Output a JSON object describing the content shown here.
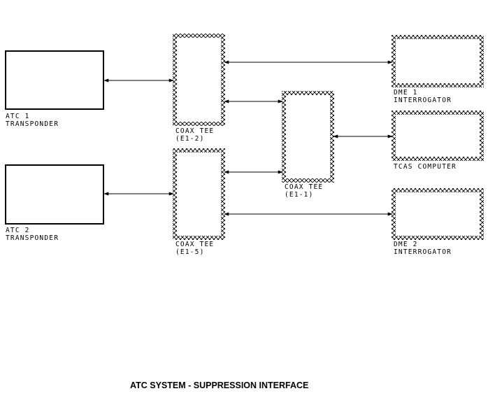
{
  "title": "ATC SYSTEM - SUPPRESSION INTERFACE",
  "blocks": {
    "atc1": {
      "line1": "ATC 1",
      "line2": "TRANSPONDER"
    },
    "atc2": {
      "line1": "ATC 2",
      "line2": "TRANSPONDER"
    },
    "tee_e12": {
      "line1": "COAX TEE",
      "line2": "(E1-2)"
    },
    "tee_e15": {
      "line1": "COAX TEE",
      "line2": "(E1-5)"
    },
    "tee_e11": {
      "line1": "COAX TEE",
      "line2": "(E1-1)"
    },
    "dme1": {
      "line1": "DME 1",
      "line2": "INTERROGATOR"
    },
    "tcas": {
      "line1": "TCAS COMPUTER"
    },
    "dme2": {
      "line1": "DME 2",
      "line2": "INTERROGATOR"
    }
  },
  "colors": {
    "ink": "#000000",
    "background": "#ffffff"
  }
}
